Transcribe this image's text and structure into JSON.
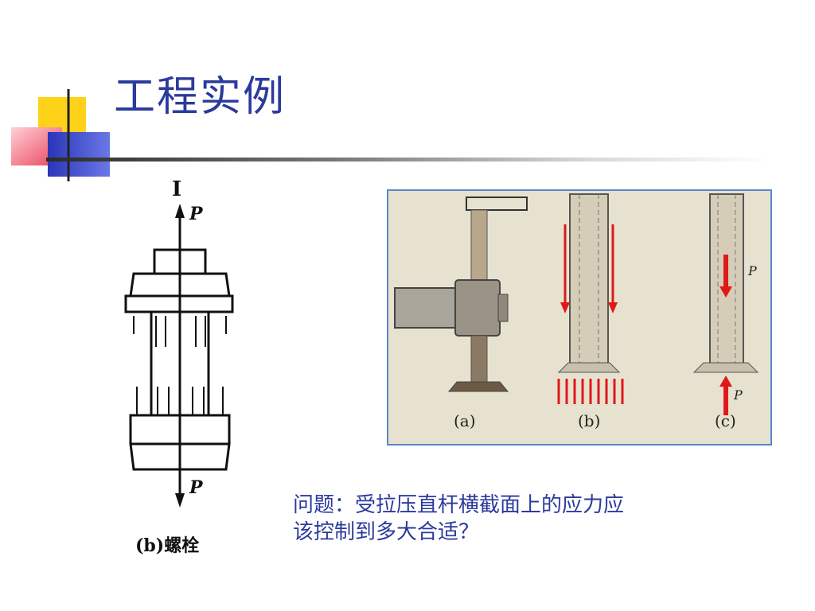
{
  "slide": {
    "title": "工程实例",
    "question_line1": "问题：受拉压直杆横截面上的应力应",
    "question_line2": "该控制到多大合适？"
  },
  "bolt_figure": {
    "section_label": "I",
    "load_top": "P",
    "load_bottom": "P",
    "caption": "(b)螺栓"
  },
  "photo_figure": {
    "panel_labels": [
      "(a)",
      "(b)",
      "(c)"
    ],
    "load_label_upper": "P",
    "load_label_lower": "P"
  },
  "colors": {
    "title": "#2b3a9c",
    "deco_yellow": "#ffd21a",
    "deco_red": "#e8425a",
    "deco_blue": "#3a47c8",
    "arrow_red": "#e01818",
    "frame_border": "#5a86c8"
  }
}
